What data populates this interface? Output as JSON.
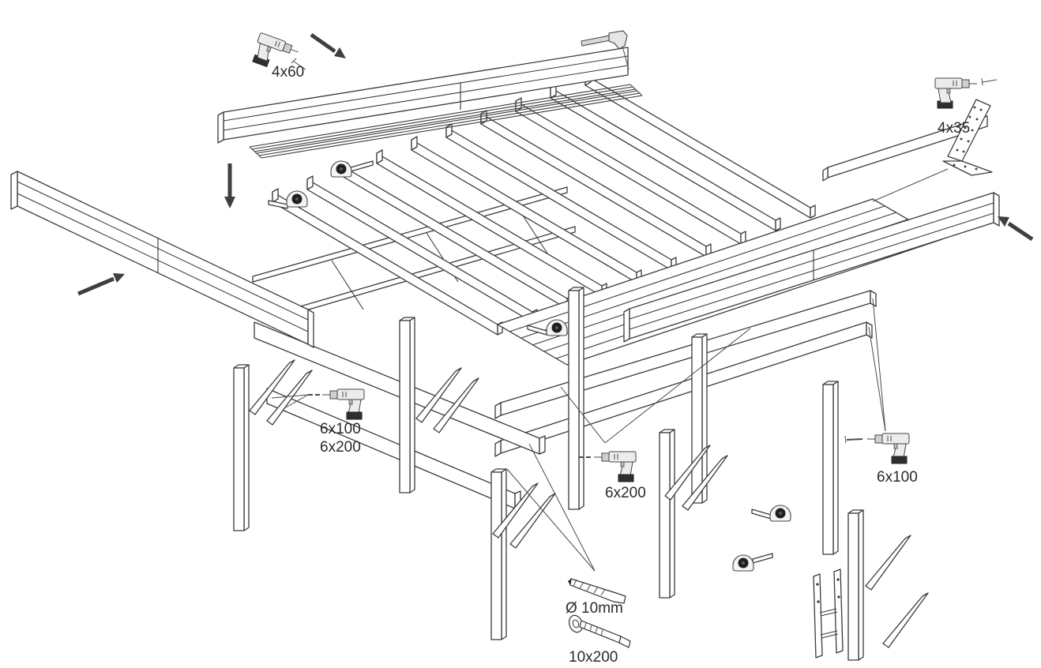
{
  "diagram": {
    "type": "assembly-exploded-view",
    "colors": {
      "line": "#3a3a3a",
      "label_text": "#2b2b2b",
      "background": "#ffffff",
      "tool_light": "#ececec",
      "tool_dark": "#2e2e2e"
    },
    "labels": {
      "screw_top_fascia": "4x60",
      "screw_angle_bracket": "4x35",
      "brace_screw_line1": "6x100",
      "brace_screw_line2": "6x200",
      "girder_screw": "6x200",
      "post_screw": "6x100",
      "drill_bit_diameter": "Ø 10mm",
      "anchor_bolt": "10x200"
    },
    "icons": {
      "drill": "cordless-drill-icon",
      "hammer": "hammer-icon",
      "tape": "tape-measure-icon",
      "bit": "drill-bit-icon",
      "bolt": "lag-bolt-icon",
      "bracket": "angle-bracket-icon",
      "anchor": "h-post-anchor-icon",
      "arrow": "direction-arrow-icon"
    }
  }
}
